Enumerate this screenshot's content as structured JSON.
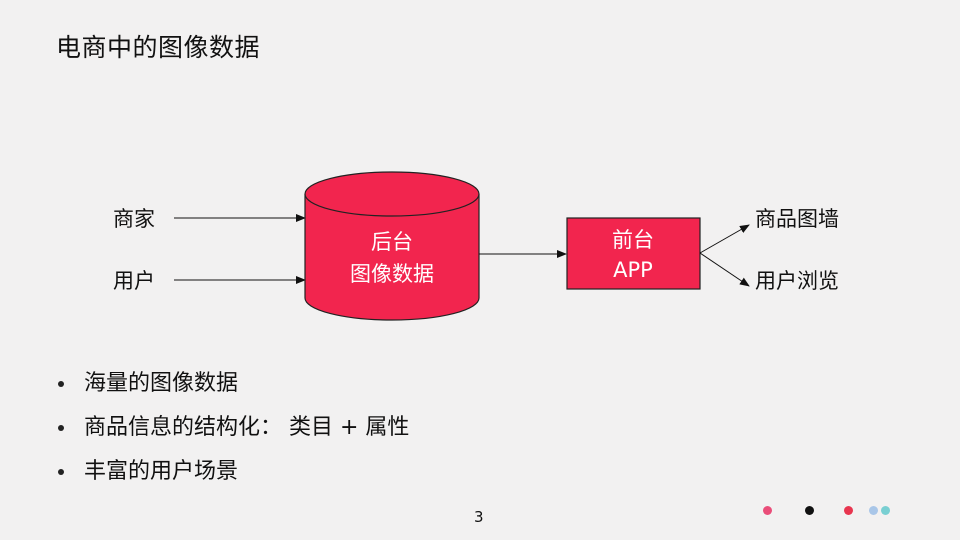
{
  "slide": {
    "title": "电商中的图像数据",
    "page_number": "3"
  },
  "diagram": {
    "inputs": [
      "商家",
      "用户"
    ],
    "backend": {
      "line1": "后台",
      "line2": "图像数据"
    },
    "frontend": {
      "line1": "前台",
      "line2": "APP"
    },
    "outputs": [
      "商品图墙",
      "用户浏览"
    ],
    "fill_color": "#f2254e"
  },
  "bullets": [
    "海量的图像数据",
    "商品信息的结构化： 类目 + 属性",
    "丰富的用户场景"
  ],
  "decor": {
    "dot_colors": [
      "#ea4d79",
      "#111111",
      "#e8354f",
      "#a9c6e8",
      "#79cfd2"
    ]
  }
}
